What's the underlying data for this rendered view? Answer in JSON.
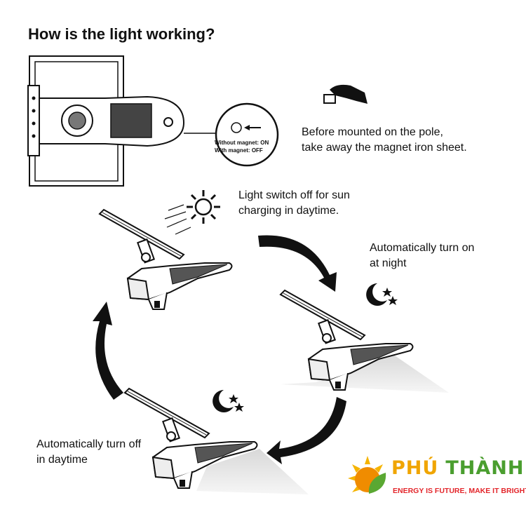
{
  "title": "How is the light working?",
  "magnet_callout": {
    "line1": "Without magnet: ON",
    "line2": "With magnet: OFF"
  },
  "steps": {
    "remove_magnet": [
      "Before mounted on the pole,",
      "take away the magnet iron sheet."
    ],
    "charging": [
      "Light switch off for sun",
      "charging in daytime."
    ],
    "turn_on": [
      "Automatically turn on",
      "at night"
    ],
    "turn_off": [
      "Automatically turn off",
      "in daytime"
    ]
  },
  "logo": {
    "name_part1": "PHÚ",
    "name_part2": "THÀNH",
    "tagline": "ENERGY IS FUTURE, MAKE IT BRIGHT",
    "color_orange": "#f0a500",
    "color_green": "#4a9e2f",
    "color_red": "#e3262b"
  }
}
